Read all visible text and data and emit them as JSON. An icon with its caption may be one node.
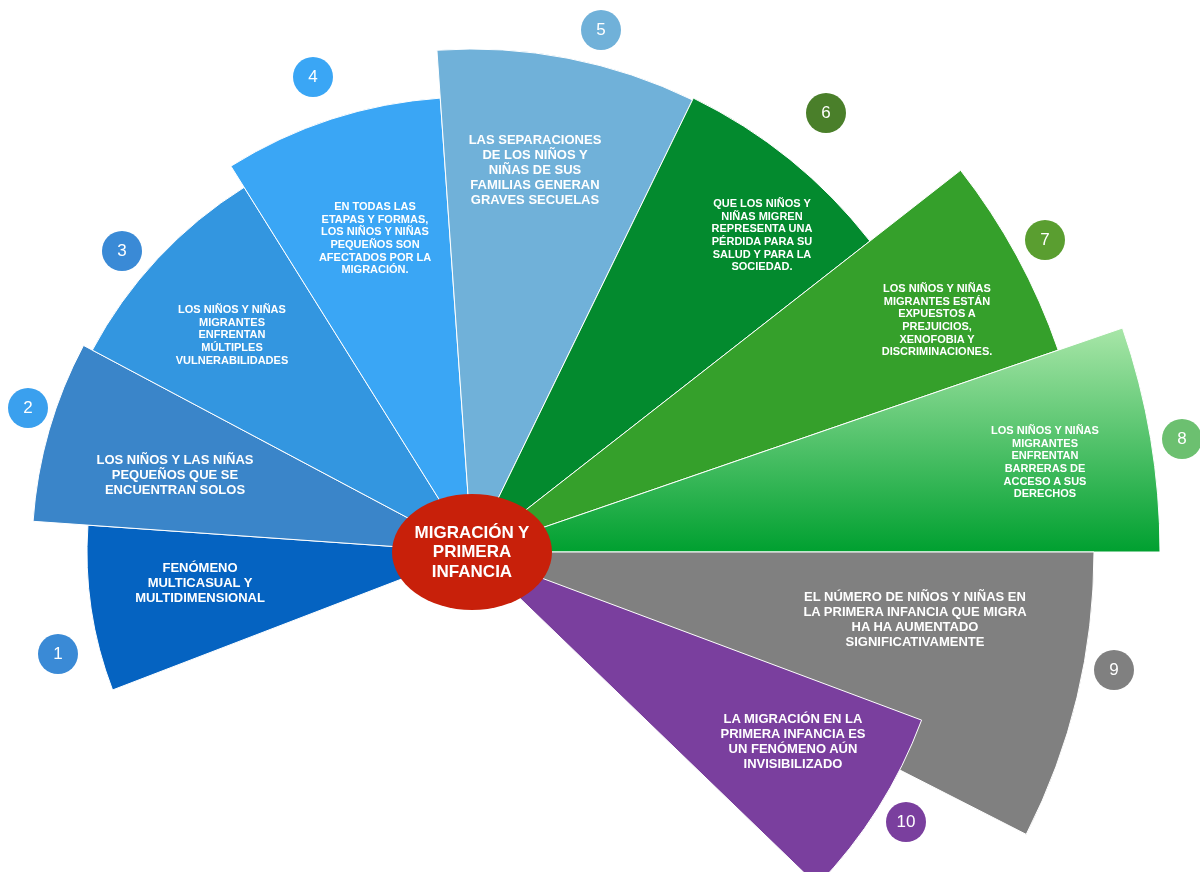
{
  "diagram": {
    "nodes": [
      {
        "text": [
          "MIGRACIÓN Y PRIMERA INFANCIA"
        ]
      },
      {
        "text": [
          "FENÓMENO MULTICASUAL Y MULTIDIMENSIONAL"
        ],
        "beside": [
          "1"
        ]
      },
      {
        "text": [
          "LOS NIÑOS Y LAS NIÑAS PEQUEÑOS QUE SE ENCUENTRAN SOLOS"
        ],
        "beside": [
          "2"
        ]
      },
      {
        "text": [
          "LOS NIÑOS Y NIÑAS MIGRANTES ENFRENTAN MÚLTIPLES VULNERABILIDADES"
        ],
        "beside": [
          "3"
        ]
      },
      {
        "text": [
          "EN TODAS LAS ETAPAS Y FORMAS, LOS NIÑOS Y NIÑAS PEQUEÑOS SON AFECTADOS POR LA MIGRACIÓN."
        ],
        "beside": [
          "4"
        ]
      },
      {
        "text": [
          "LAS SEPARACIONES DE LOS NIÑOS Y NIÑAS DE SUS FAMILIAS GENERAN GRAVES SECUELAS"
        ],
        "beside": [
          "5"
        ]
      },
      {
        "text": [
          "QUE LOS NIÑOS Y NIÑAS MIGREN REPRESENTA UNA PÉRDIDA PARA SU SALUD Y PARA LA SOCIEDAD."
        ],
        "beside": [
          "6"
        ]
      },
      {
        "text": [
          "LOS NIÑOS Y NIÑAS MIGRANTES ESTÁN EXPUESTOS A PREJUICIOS, XENOFOBIA Y DISCRIMINACIONES."
        ],
        "beside": [
          "7"
        ]
      },
      {
        "text": [
          "LOS NIÑOS Y NIÑAS MIGRANTES ENFRENTAN BARRERAS DE ACCESO A SUS DERECHOS"
        ],
        "beside": [
          "8"
        ]
      },
      {
        "text": [
          "EL NÚMERO DE NIÑOS Y NIÑAS EN LA PRIMERA INFANCIA QUE MIGRA HA HA AUMENTADO SIGNIFICATIVAMENTE"
        ],
        "beside": [
          "9"
        ]
      },
      {
        "text": [
          "LA MIGRACIÓN EN LA PRIMERA INFANCIA ES UN FENÓMENO AÚN INVISIBILIZADO"
        ],
        "beside": [
          "10"
        ]
      }
    ]
  }
}
